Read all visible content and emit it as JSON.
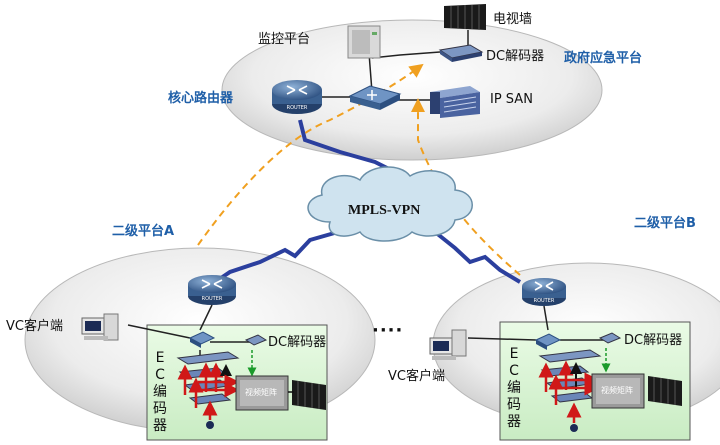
{
  "labels": {
    "monitor_platform": "监控平台",
    "tv_wall": "电视墙",
    "dc_decoder_top": "DC解码器",
    "gov_platform": "政府应急平台",
    "core_router": "核心路由器",
    "ip_san": "IP SAN",
    "mpls_vpn": "MPLS-VPN",
    "level2_a": "二级平台A",
    "level2_b": "二级平台B",
    "vc_client_left": "VC客户端",
    "vc_client_right": "VC客户端",
    "dc_decoder_left": "DC解码器",
    "dc_decoder_right": "DC解码器",
    "ec_encoder_left": "EC编码器",
    "ec_encoder_right": "EC编码器",
    "video_matrix_left": "视频矩阵",
    "video_matrix_right": "视频矩阵",
    "ellipsis": "····",
    "router_tag": "ROUTER"
  },
  "colors": {
    "link_blue": "#2b3f9e",
    "dash_orange": "#f0a020",
    "cloud": "#cfe3ef",
    "zone_green": "#d7f2d2",
    "title_blue": "#1f5fa8"
  }
}
